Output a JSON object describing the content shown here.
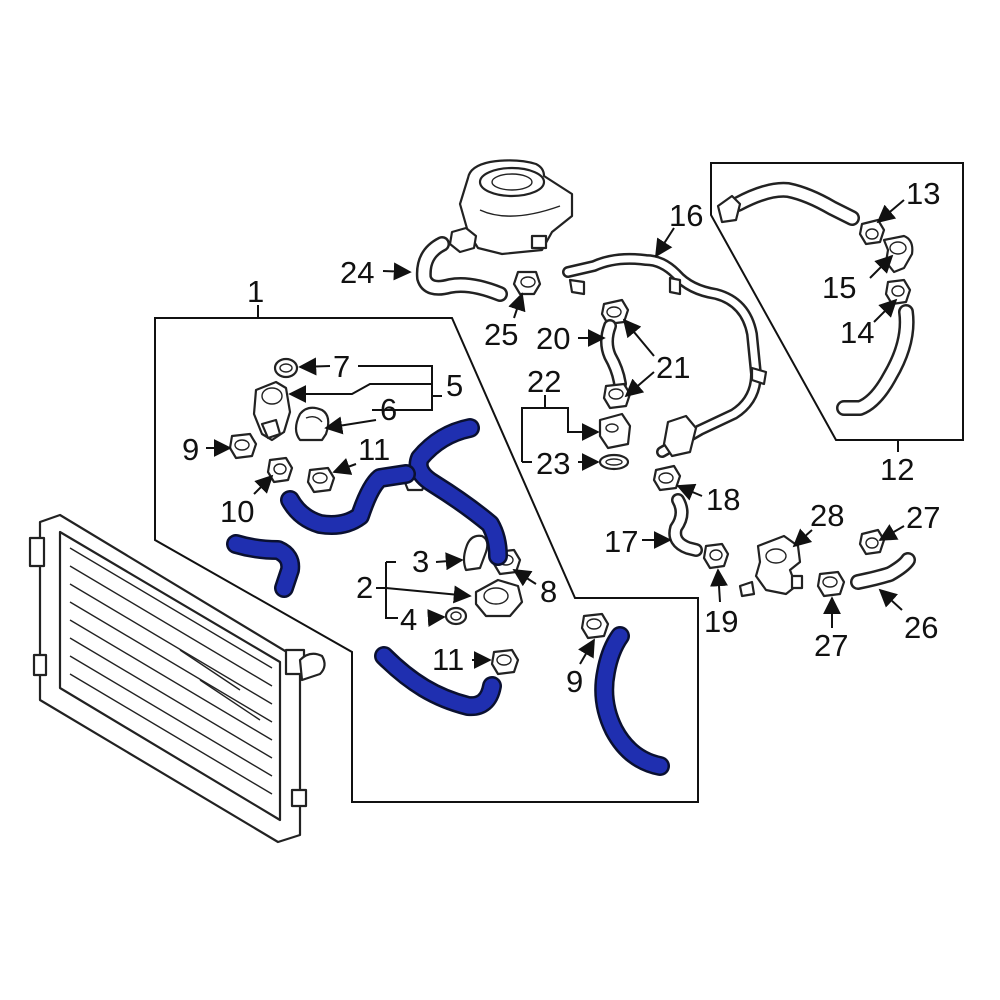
{
  "colors": {
    "highlight": "#1f2fb0",
    "line": "#111111",
    "background": "#ffffff"
  },
  "callouts": {
    "c1": "1",
    "c2": "2",
    "c3": "3",
    "c4": "4",
    "c5": "5",
    "c6": "6",
    "c7": "7",
    "c8": "8",
    "c9a": "9",
    "c9b": "9",
    "c10": "10",
    "c11a": "11",
    "c11b": "11",
    "c12": "12",
    "c13": "13",
    "c14": "14",
    "c15": "15",
    "c16": "16",
    "c17": "17",
    "c18": "18",
    "c19": "19",
    "c20": "20",
    "c21": "21",
    "c22": "22",
    "c23": "23",
    "c24": "24",
    "c25": "25",
    "c26": "26",
    "c27a": "27",
    "c27b": "27",
    "c28": "28"
  }
}
